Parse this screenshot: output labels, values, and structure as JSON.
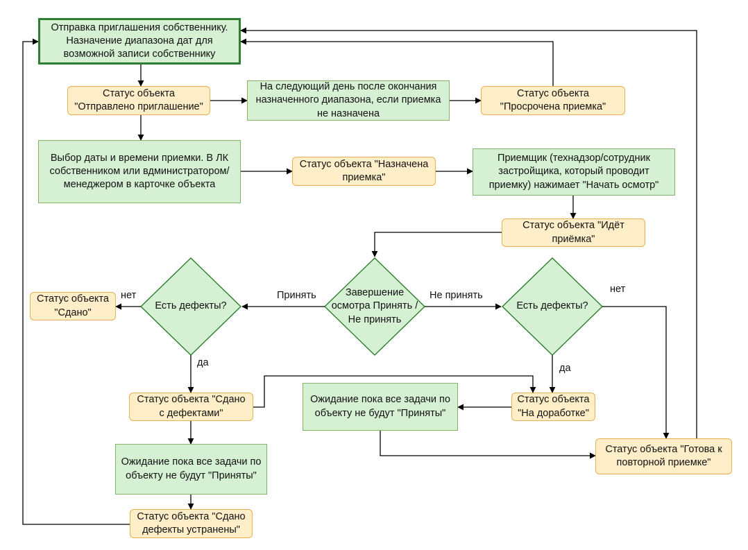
{
  "colors": {
    "process_fill": "#d5f0d3",
    "process_border": "#82b366",
    "start_border": "#2e7d32",
    "status_fill": "#ffeec7",
    "status_border": "#e8b04f",
    "decision_fill": "#d5f0d3",
    "arrow": "#000000"
  },
  "nodes": {
    "invite": "Отправка приглашения собственнику.\nНазначение диапазона дат для\nвозможной записи собственнику",
    "status_invited": "Статус объекта\n\"Отправлено приглашение\"",
    "next_day": "На следующий день после окончания\nназначенного диапазона, если приемка\nне назначена",
    "status_overdue": "Статус объекта\n\"Просрочена приемка\"",
    "choose_date": "Выбор даты и времени приемки. В ЛК\nсобственником или вдминистратором/\nменеджером в карточке объекта",
    "status_scheduled": "Статус объекта \"Назначена\nприемка\"",
    "inspector": "Приемщик (технадзор/сотрудник\nзастройщика, который проводит\nприемку) нажимает \"Начать осмотр\"",
    "status_in_progress": "Статус объекта \"Идёт\nприёмка\"",
    "decision_finish": "Завершение\nосмотра Принять /\nНе принять",
    "decision_defects_left": "Есть дефекты?",
    "decision_defects_right": "Есть дефекты?",
    "status_handed": "Статус объекта\n\"Сдано\"",
    "status_handed_defects": "Статус объекта \"Сдано\nс дефектами\"",
    "wait_left": "Ожидание пока все задачи по\nобъекту не будут \"Приняты\"",
    "status_defects_fixed": "Статус объекта \"Сдано\nдефекты устранены\"",
    "status_rework": "Статус объекта\n\"На доработке\"",
    "wait_right": "Ожидание пока все задачи по\nобъекту не будут \"Приняты\"",
    "status_ready_again": "Статус объекта \"Готова к\nповторной приемке\""
  },
  "edge_labels": {
    "accept": "Принять",
    "reject": "Не принять",
    "no_left": "нет",
    "yes_left": "да",
    "no_right": "нет",
    "yes_right": "да"
  }
}
